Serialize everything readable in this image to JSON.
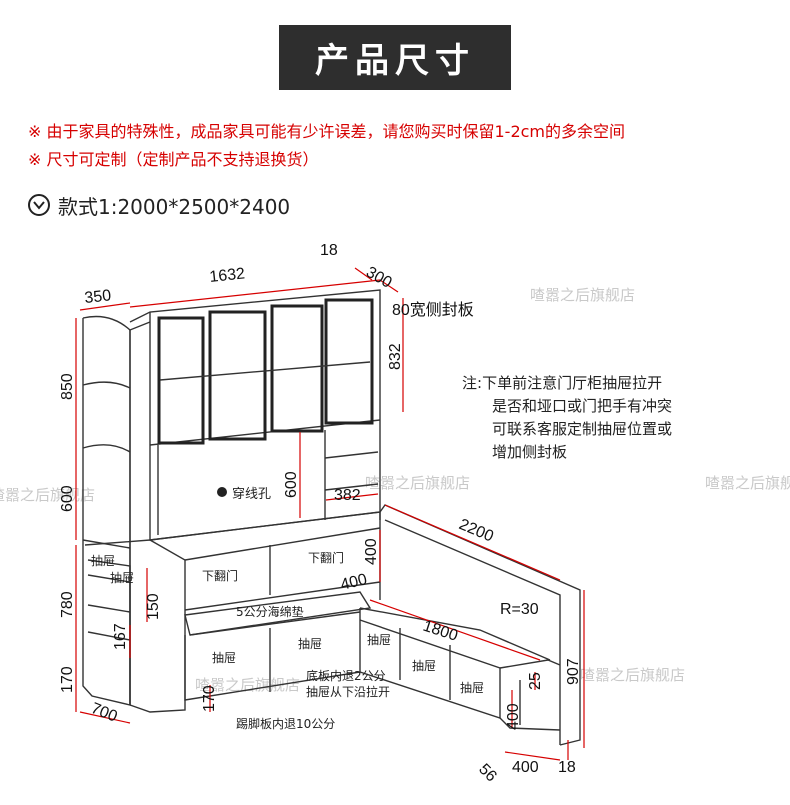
{
  "banner_title": "产品尺寸",
  "notes": [
    "※ 由于家具的特殊性，成品家具可能有少许误差，请您购买时保留1-2cm的多余空间",
    "※ 尺寸可定制（定制产品不支持退换货）"
  ],
  "style_label": "款式1:2000*2500*2400",
  "side_note": {
    "prefix": "注:",
    "lines": [
      "下单前注意门厅柜抽屉拉开",
      "是否和垭口或门把手有冲突",
      "可联系客服定制抽屉位置或",
      "增加侧封板"
    ]
  },
  "dims": {
    "d1632": "1632",
    "d18top": "18",
    "d300": "300",
    "d350": "350",
    "d80": "80宽侧封板",
    "d832": "832",
    "d850": "850",
    "d600left": "600",
    "d600mid": "600",
    "d382": "382",
    "d2200": "2200",
    "d400a": "400",
    "d400b": "400",
    "d780": "780",
    "d150": "150",
    "d167": "167",
    "d170left": "170",
    "d1800": "1800",
    "dR30": "R=30",
    "d907": "907",
    "d25": "25",
    "d400c": "400",
    "d170bot": "170",
    "d700": "700",
    "d56": "56",
    "d400d": "400",
    "d18bot": "18"
  },
  "labels": {
    "wire_hole": "穿线孔",
    "flip_door_left": "下翻门",
    "flip_door_right": "下翻门",
    "sponge": "5公分海绵垫",
    "drawer": "抽屉",
    "board_note": "底板内退2公分",
    "pull_note": "抽屉从下沿拉开",
    "kick_note": "踢脚板内退10公分"
  },
  "watermark": "喳嚣之后旗舰店",
  "colors": {
    "accent_red": "#d60000",
    "banner_bg": "#2e2e2e"
  }
}
